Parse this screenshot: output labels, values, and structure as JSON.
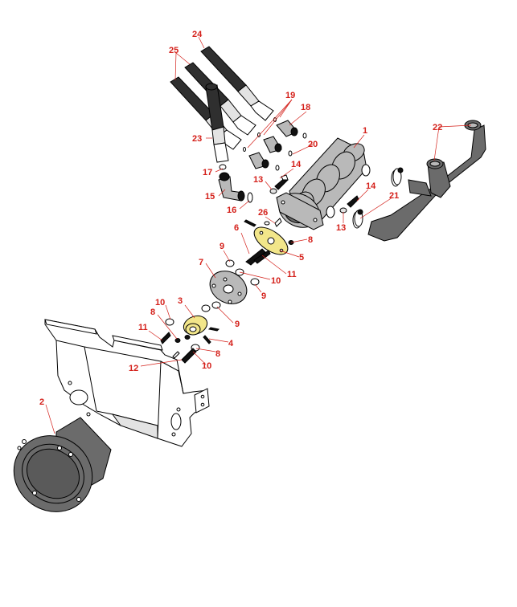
{
  "callouts": [
    {
      "id": "c1",
      "text": "1"
    },
    {
      "id": "c2",
      "text": "2"
    },
    {
      "id": "c3",
      "text": "3"
    },
    {
      "id": "c4",
      "text": "4"
    },
    {
      "id": "c5",
      "text": "5"
    },
    {
      "id": "c6",
      "text": "6"
    },
    {
      "id": "c7",
      "text": "7"
    },
    {
      "id": "c8a",
      "text": "8"
    },
    {
      "id": "c8b",
      "text": "8"
    },
    {
      "id": "c8c",
      "text": "8"
    },
    {
      "id": "c9a",
      "text": "9"
    },
    {
      "id": "c9b",
      "text": "9"
    },
    {
      "id": "c9c",
      "text": "9"
    },
    {
      "id": "c10a",
      "text": "10"
    },
    {
      "id": "c10b",
      "text": "10"
    },
    {
      "id": "c10c",
      "text": "10"
    },
    {
      "id": "c11a",
      "text": "11"
    },
    {
      "id": "c11b",
      "text": "11"
    },
    {
      "id": "c12",
      "text": "12"
    },
    {
      "id": "c13a",
      "text": "13"
    },
    {
      "id": "c13b",
      "text": "13"
    },
    {
      "id": "c14a",
      "text": "14"
    },
    {
      "id": "c14b",
      "text": "14"
    },
    {
      "id": "c15",
      "text": "15"
    },
    {
      "id": "c16",
      "text": "16"
    },
    {
      "id": "c17",
      "text": "17"
    },
    {
      "id": "c18",
      "text": "18"
    },
    {
      "id": "c19",
      "text": "19"
    },
    {
      "id": "c20",
      "text": "20"
    },
    {
      "id": "c21",
      "text": "21"
    },
    {
      "id": "c22",
      "text": "22"
    },
    {
      "id": "c23",
      "text": "23"
    },
    {
      "id": "c24",
      "text": "24"
    },
    {
      "id": "c25",
      "text": "25"
    },
    {
      "id": "c26",
      "text": "26"
    }
  ],
  "colors": {
    "callout": "#d4201a",
    "hose": "#2f2f2f",
    "tube": "#6b6b6b",
    "steel": "#b9b9b9",
    "brass": "#f2e68a"
  }
}
